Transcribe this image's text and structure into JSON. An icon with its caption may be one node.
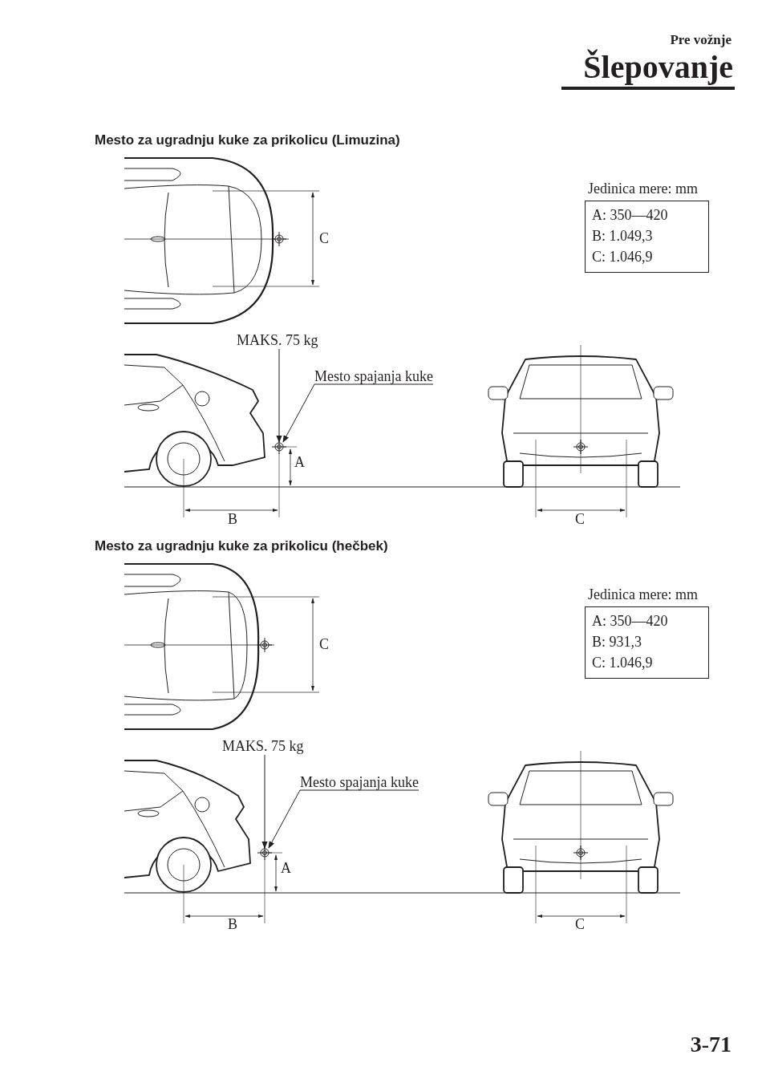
{
  "diagram": {
    "title": "Šlepovanje",
    "nodes": [
      {
        "text": [
          "Jedinica mere: mm",
          "A: 350—420",
          "B: 1.049,3",
          "C: 1.046,9"
        ]
      },
      {
        "text": [
          "MAKS. 75 kg"
        ]
      },
      {
        "text": [
          "Mesto spajanja kuke"
        ]
      },
      {
        "text": [],
        "shape": "circle"
      },
      {
        "text": [
          "Jedinica mere: mm",
          "A: 350—420",
          "B: 931,3",
          "C: 1.046,9"
        ]
      },
      {
        "text": [
          "MAKS. 75 kg"
        ]
      },
      {
        "text": [
          "Mesto spajanja kuke"
        ]
      },
      {
        "text": [],
        "shape": "circle"
      }
    ],
    "edges": [
      {
        "from": 1,
        "to": 3,
        "arrow": "to"
      },
      {
        "from": 2,
        "to": 3,
        "arrow": "to"
      },
      {
        "from": 5,
        "to": 7,
        "arrow": "to"
      },
      {
        "from": 6,
        "to": 7,
        "arrow": "to"
      }
    ],
    "labels": [
      "Pre vožnje",
      "Mesto za ugradnju kuke za prikolicu (Limuzina)",
      "C",
      "A",
      "B",
      "C",
      "Mesto za ugradnju kuke za prikolicu (hečbek)",
      "C",
      "A",
      "B",
      "C",
      "3-71"
    ]
  }
}
